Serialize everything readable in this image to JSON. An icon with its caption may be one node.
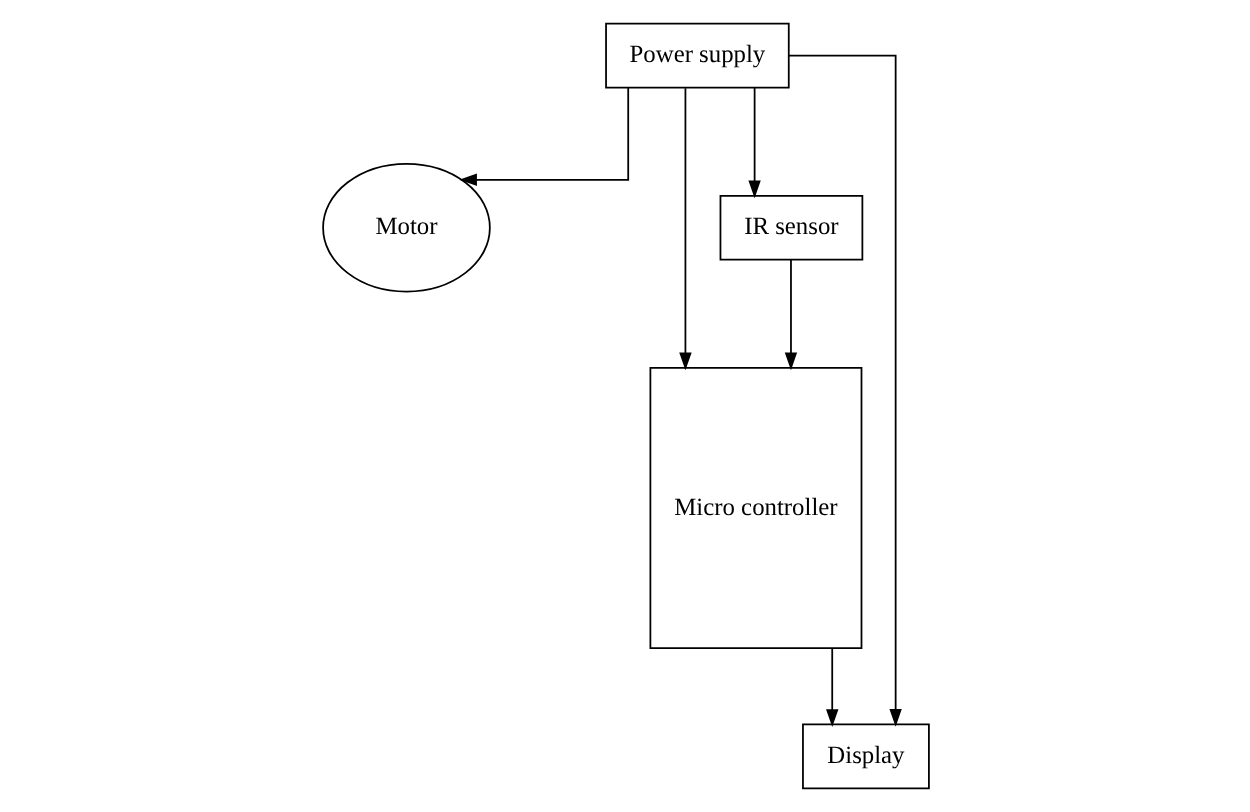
{
  "diagram": {
    "nodes": [
      {
        "text": [
          "Power supply"
        ]
      },
      {
        "text": [
          "Motor"
        ]
      },
      {
        "text": [
          "Micro controller"
        ]
      },
      {
        "text": [
          "Display"
        ]
      },
      {
        "text": [
          "IR sensor"
        ]
      }
    ],
    "edges": [
      {
        "from": 0,
        "to": 1,
        "arrow": "to"
      },
      {
        "from": 0,
        "to": 4,
        "arrow": "to"
      },
      {
        "from": 0,
        "to": 2,
        "arrow": "to"
      },
      {
        "from": 0,
        "to": 3,
        "arrow": "to"
      },
      {
        "from": 2,
        "to": 3,
        "arrow": "to"
      },
      {
        "from": 4,
        "to": 2,
        "arrow": "to"
      }
    ]
  }
}
